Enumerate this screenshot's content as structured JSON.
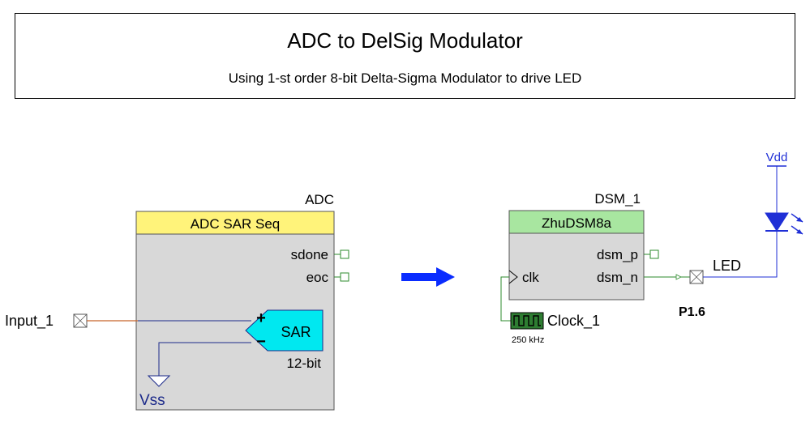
{
  "header": {
    "title": "ADC to DelSig Modulator",
    "subtitle": "Using 1-st order 8-bit Delta-Sigma Modulator to drive LED"
  },
  "adc": {
    "instance_name": "ADC",
    "component": "ADC SAR Seq",
    "pin_sdone": "sdone",
    "pin_eoc": "eoc",
    "sar_label": "SAR",
    "plus": "+",
    "minus": "−",
    "resolution": "12-bit",
    "vss_label": "Vss"
  },
  "input_pin": {
    "label": "Input_1"
  },
  "dsm": {
    "instance_name": "DSM_1",
    "component": "ZhuDSM8a",
    "pin_clk": "clk",
    "pin_dsm_p": "dsm_p",
    "pin_dsm_n": "dsm_n"
  },
  "clock": {
    "label": "Clock_1",
    "freq": "250 kHz"
  },
  "led": {
    "label": "LED",
    "pin": "P1.6",
    "vdd_label": "Vdd"
  },
  "colors": {
    "wire_orange": "#c8642a",
    "wire_navy": "#1c2a8a",
    "wire_green": "#2e8b2e",
    "power_blue": "#1f2fd6",
    "arrow_blue": "#0a2cff",
    "header_yellow": "#fff37a",
    "header_green": "#a8e6a0",
    "body_gray": "#d8d8d8",
    "sar_cyan": "#00e8f0"
  }
}
